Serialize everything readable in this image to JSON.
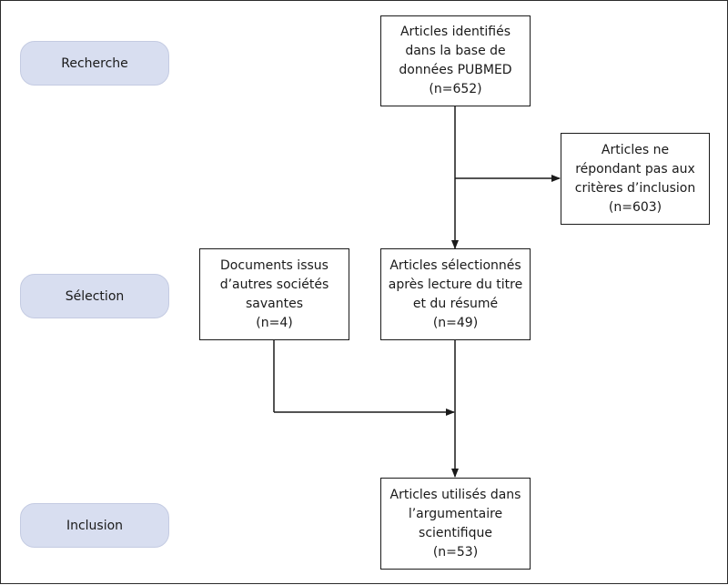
{
  "stages": {
    "recherche": "Recherche",
    "selection": "Sélection",
    "inclusion": "Inclusion"
  },
  "boxes": {
    "identified": {
      "lines": [
        "Articles identifiés",
        "dans la base de",
        "données PUBMED"
      ],
      "count": "(n=652)"
    },
    "excluded": {
      "lines": [
        "Articles ne",
        "répondant pas aux",
        "critères d’inclusion"
      ],
      "count": "(n=603)"
    },
    "other_sources": {
      "lines": [
        "Documents issus",
        "d’autres sociétés",
        "savantes"
      ],
      "count": "(n=4)"
    },
    "selected": {
      "lines": [
        "Articles sélectionnés",
        "après lecture du titre",
        "et du résumé"
      ],
      "count": "(n=49)"
    },
    "included": {
      "lines": [
        "Articles utilisés dans",
        "l’argumentaire",
        "scientifique"
      ],
      "count": "(n=53)"
    }
  },
  "colors": {
    "stage_fill": "#d8def0",
    "line": "#1a1a1a"
  }
}
